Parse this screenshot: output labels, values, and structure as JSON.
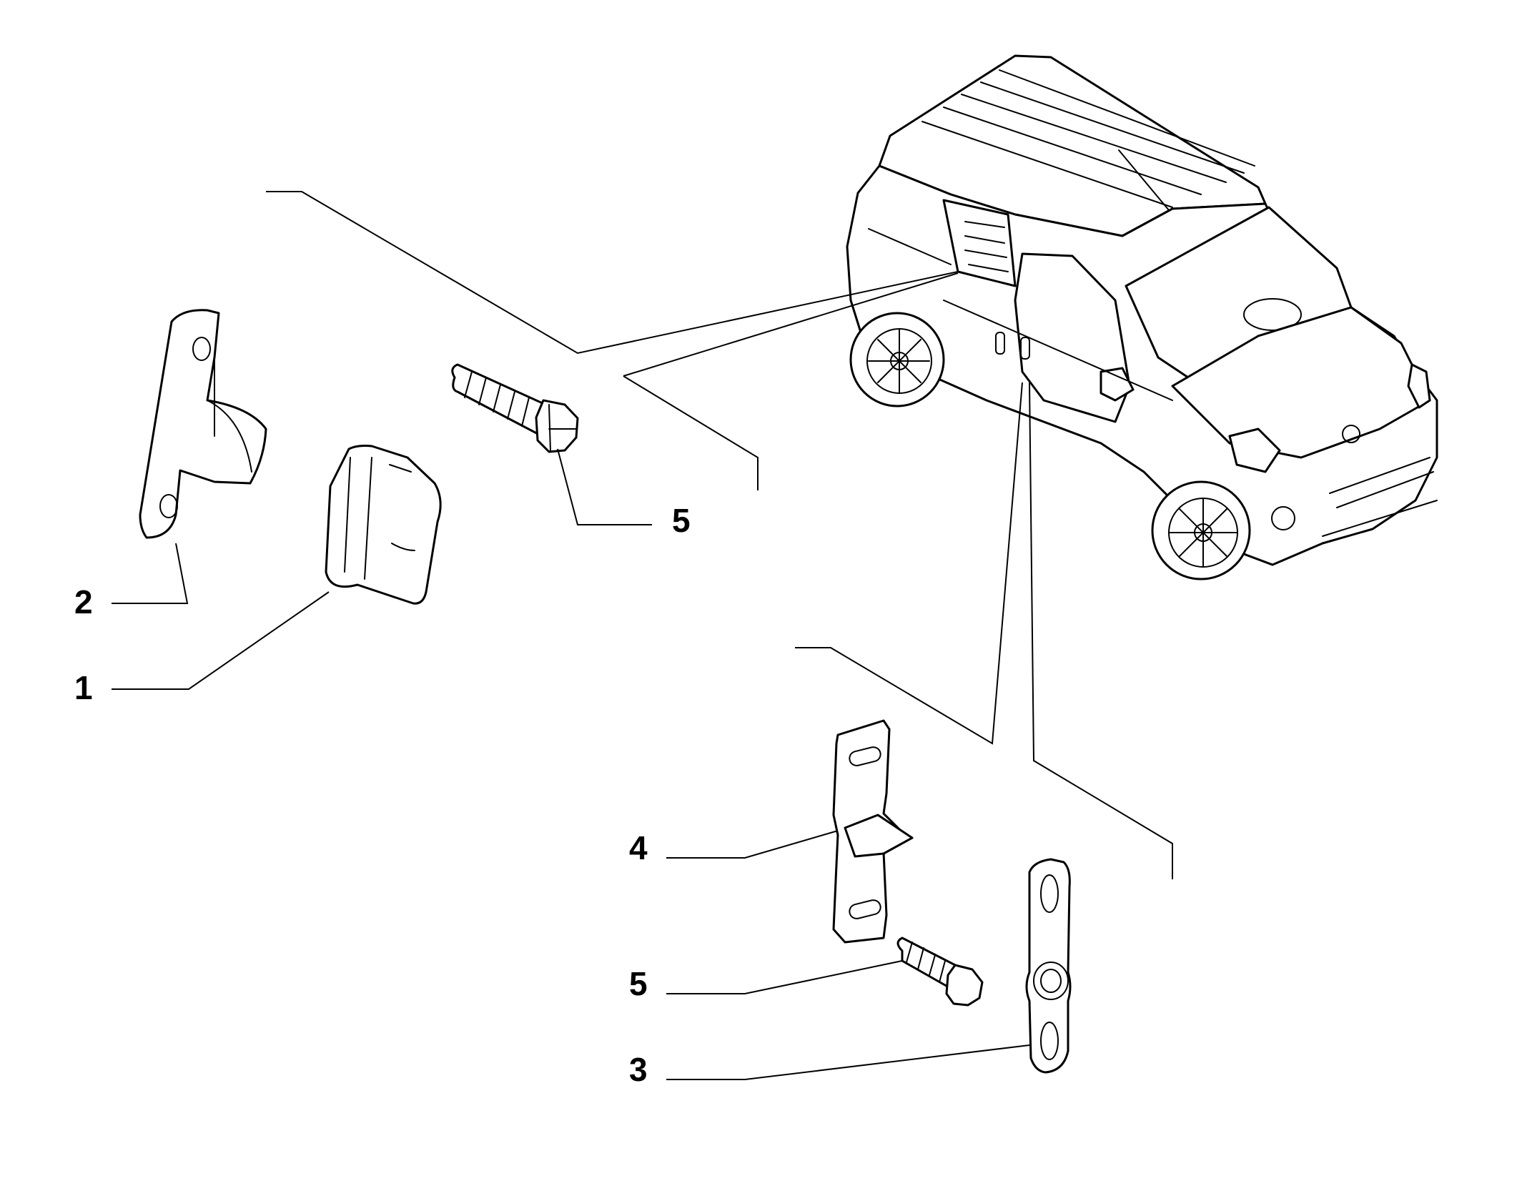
{
  "diagram": {
    "type": "exploded-parts-diagram",
    "line_color": "#000000",
    "background_color": "#ffffff",
    "callouts": [
      {
        "id": "c1",
        "label": "1"
      },
      {
        "id": "c2",
        "label": "2"
      },
      {
        "id": "c3",
        "label": "3"
      },
      {
        "id": "c4",
        "label": "4"
      },
      {
        "id": "c5a",
        "label": "5"
      },
      {
        "id": "c5b",
        "label": "5"
      }
    ],
    "parts": [
      {
        "callout": "1",
        "name": "door-stop-buffer"
      },
      {
        "callout": "2",
        "name": "door-stop-bracket"
      },
      {
        "callout": "3",
        "name": "door-guide-plate"
      },
      {
        "callout": "4",
        "name": "door-stop-bracket-lower"
      },
      {
        "callout": "5",
        "name": "hex-bolt"
      }
    ],
    "vehicle": "compact-van-sliding-door"
  }
}
